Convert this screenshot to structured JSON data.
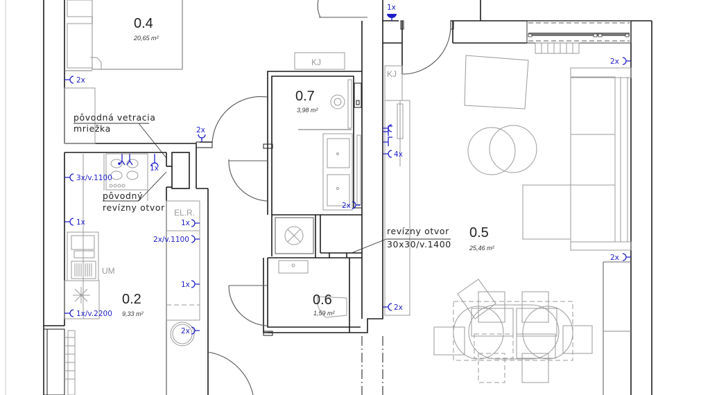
{
  "drawing": {
    "type": "floor-plan",
    "colors": {
      "walls": "#1a1a1a",
      "furniture": "#9a9a9a",
      "electrical": "#1d1dc8",
      "background": "#ffffff"
    }
  },
  "rooms": [
    {
      "id": "0.4",
      "number": "0.4",
      "area": "20,65 m²"
    },
    {
      "id": "0.7",
      "number": "0.7",
      "area": "3,98 m²"
    },
    {
      "id": "0.2",
      "number": "0.2",
      "area": "9,33 m²"
    },
    {
      "id": "0.6",
      "number": "0.6",
      "area": "1,59 m²"
    },
    {
      "id": "0.5",
      "number": "0.5",
      "area": "25,46 m²"
    }
  ],
  "notes": {
    "vent_grille_line1": "pôvodná vetracia",
    "vent_grille_line2": "mriežka",
    "orig_access_line1": "pôvodný",
    "orig_access_line2": "revízny otvor",
    "access_panel_line1": "revízny otvor",
    "access_panel_line2": "30x30/v.1400"
  },
  "furniture_labels": {
    "kj_bath": "KJ",
    "kj_hall": "KJ",
    "el_r": "EL.R.",
    "um": "UM"
  },
  "sockets": [
    {
      "id": "s-04-left",
      "label": "2x"
    },
    {
      "id": "s-hall-top",
      "label": "2x"
    },
    {
      "id": "s-kitchen-hood",
      "label": "1x"
    },
    {
      "id": "s-kitchen-3x",
      "label": "3x/v.1100"
    },
    {
      "id": "s-kitchen-1x",
      "label": "1x"
    },
    {
      "id": "s-fridge",
      "label": "1x/v.2200"
    },
    {
      "id": "s-elr",
      "label": "1x"
    },
    {
      "id": "s-hall-2x1100",
      "label": "2x/v.1100"
    },
    {
      "id": "s-hall-1x",
      "label": "1x"
    },
    {
      "id": "s-hall-2x-low",
      "label": "2x"
    },
    {
      "id": "s-entry-top",
      "label": "1x"
    },
    {
      "id": "s-bath-2x",
      "label": "2x"
    },
    {
      "id": "s-tv-4x",
      "label": "4x"
    },
    {
      "id": "s-living-2x-mid",
      "label": "2x"
    },
    {
      "id": "s-living-2x-top",
      "label": "2x"
    },
    {
      "id": "s-living-2x-right",
      "label": "2x"
    }
  ]
}
